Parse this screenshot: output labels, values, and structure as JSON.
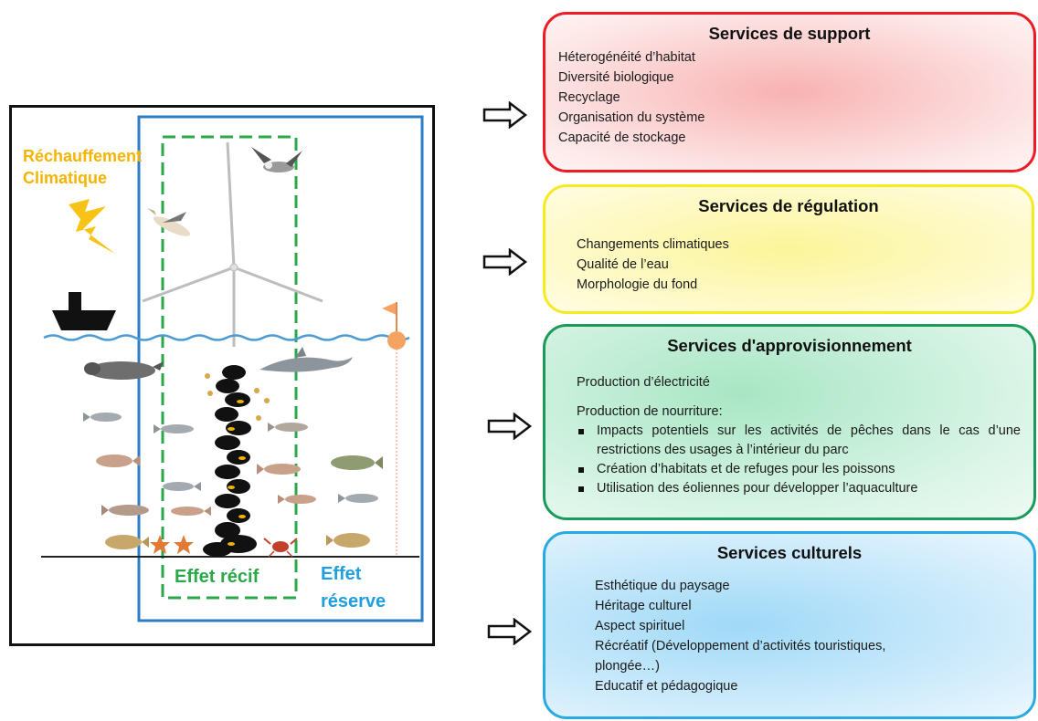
{
  "scene": {
    "warming_line1": "Réchauffement",
    "warming_line2": "Climatique",
    "reef_effect": "Effet récif",
    "reserve_line1": "Effet",
    "reserve_line2": "réserve"
  },
  "services": {
    "support": {
      "title": "Services de support",
      "items": [
        "Héterogénéité d’habitat",
        "Diversité biologique",
        "Recyclage",
        "Organisation du système",
        "Capacité de stockage"
      ],
      "border_color": "#ee1b24"
    },
    "regulation": {
      "title": "Services de régulation",
      "items": [
        "Changements climatiques",
        "Qualité de l’eau",
        "Morphologie du fond"
      ],
      "border_color": "#f6ea21"
    },
    "approvisionnement": {
      "title": "Services d'approvisionnement",
      "electricity": "Production d’électricité",
      "food": "Production de nourriture:",
      "bullets": [
        "Impacts potentiels sur les activités de pêches dans le cas d’une restrictions des usages à l’intérieur du parc",
        "Création d’habitats et de refuges pour les poissons",
        "Utilisation des éoliennes pour développer l’aquaculture"
      ],
      "border_color": "#1c9a5c"
    },
    "culturels": {
      "title": "Services culturels",
      "items": [
        "Esthétique du paysage",
        "Héritage culturel",
        "Aspect spirituel",
        "Récréatif (Développement d’activités touristiques,",
        "plongée…)",
        "Educatif et pédagogique"
      ],
      "border_color": "#29abe2"
    }
  }
}
